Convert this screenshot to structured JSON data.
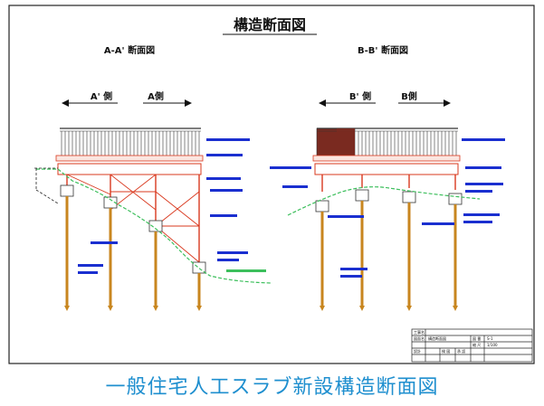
{
  "drawing": {
    "title": "構造断面図",
    "section_a": {
      "title": "A-A' 断面図",
      "side_left": "A' 側",
      "side_right": "A側"
    },
    "section_b": {
      "title": "B-B' 断面図",
      "side_left": "B' 側",
      "side_right": "B側"
    }
  },
  "title_block": {
    "row1": [
      "工事名"
    ],
    "row2": [
      "図面名",
      "構造断面図"
    ],
    "row3": [
      "図 番",
      "S-1"
    ],
    "row4": [
      "縮 尺",
      "1/100"
    ],
    "row5": [
      "設計",
      "検 図",
      "承 認"
    ]
  },
  "caption": "一般住宅人工スラブ新設構造断面図",
  "colors": {
    "frame": "#222222",
    "steel": "#d9381e",
    "pile": "#c8861f",
    "ground": "#3cbf5c",
    "label_blue": "#1a2fd0",
    "caption": "#1f8fcf"
  }
}
